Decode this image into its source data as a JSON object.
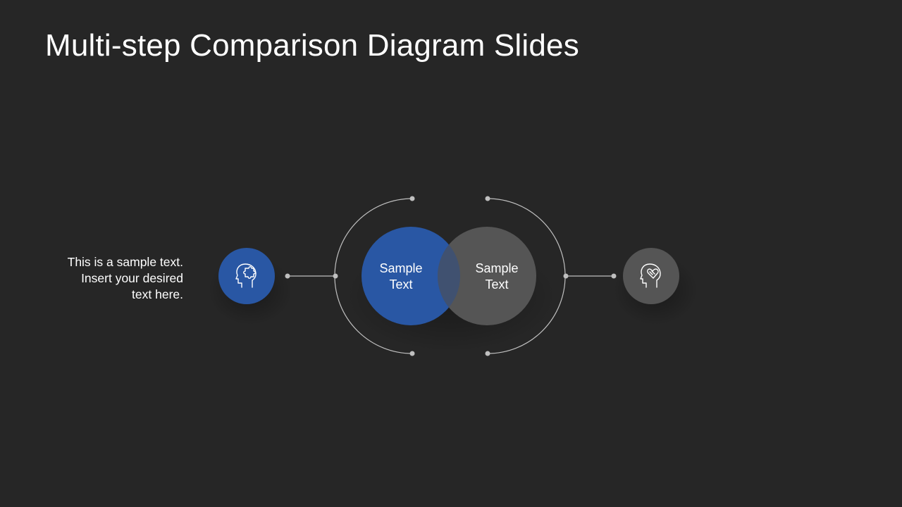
{
  "slide": {
    "title": "Multi-step Comparison Diagram Slides",
    "side_text": {
      "lines": [
        "This is a sample text.",
        "Insert your desired",
        "text here."
      ]
    },
    "circles": {
      "left": {
        "lines": [
          "Sample",
          "Text"
        ]
      },
      "right": {
        "lines": [
          "Sample",
          "Text"
        ]
      }
    },
    "icons": {
      "left": "head-puzzle-icon",
      "right": "head-heart-handshake-icon"
    },
    "colors": {
      "background": "#262626",
      "blue": "#2957a4",
      "blue_overlap": "#264a86",
      "gray": "#555555",
      "line": "#bfbfbf",
      "text": "#ffffff"
    }
  }
}
